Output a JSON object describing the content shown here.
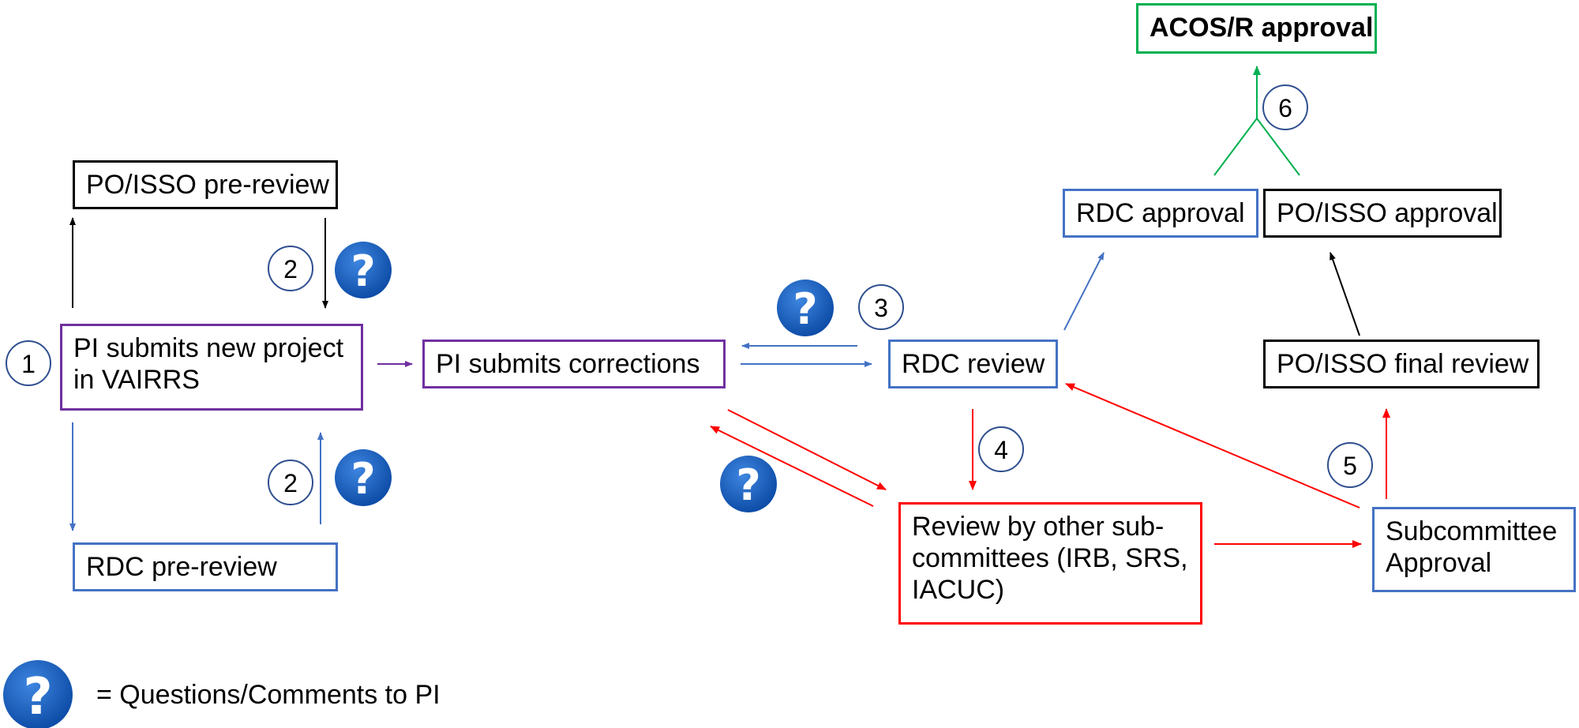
{
  "nodes": {
    "pi_submit": "PI submits new project in VAIRRS",
    "po_pre": "PO/ISSO pre-review",
    "rdc_pre": "RDC pre-review",
    "pi_corrections": "PI submits corrections",
    "rdc_review": "RDC review",
    "subcommittees": "Review by other sub-committees (IRB, SRS, IACUC)",
    "sub_approval": "Subcommittee Approval",
    "po_final": "PO/ISSO final review",
    "rdc_approval": "RDC approval",
    "po_approval": "PO/ISSO approval",
    "acos": "ACOS/R approval"
  },
  "steps": {
    "s1": "1",
    "s2a": "2",
    "s2b": "2",
    "s3": "3",
    "s4": "4",
    "s5": "5",
    "s6": "6"
  },
  "question_mark": "?",
  "legend": {
    "text": "= Questions/Comments to PI"
  },
  "colors": {
    "purple": "#7030A0",
    "black": "#000000",
    "blue": "#4472C4",
    "red": "#FF0000",
    "green": "#00B050",
    "question_fill": "#1F5FBF"
  }
}
